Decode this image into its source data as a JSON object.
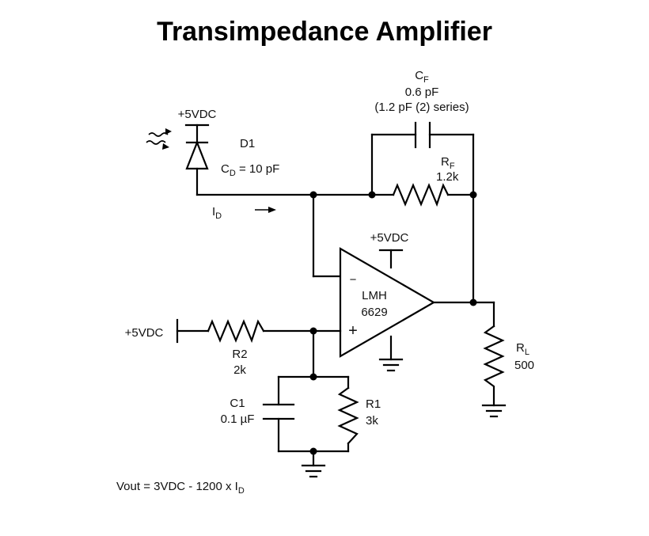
{
  "title": "Transimpedance Amplifier",
  "supply": "+5VDC",
  "cf": {
    "name": "C",
    "sub": "F",
    "value": "0.6 pF",
    "note": "(1.2 pF (2) series)"
  },
  "rf": {
    "name": "R",
    "sub": "F",
    "value": "1.2k"
  },
  "d1": {
    "name": "D1",
    "cap_name": "C",
    "cap_sub": "D",
    "cap_value": " = 10 pF"
  },
  "id": {
    "name": "I",
    "sub": "D"
  },
  "opamp": {
    "line1": "LMH",
    "line2": "6629",
    "minus": "−",
    "plus": "+"
  },
  "r2": {
    "name": "R2",
    "value": "2k"
  },
  "c1": {
    "name": "C1",
    "value": "0.1 µF"
  },
  "r1": {
    "name": "R1",
    "value": "3k"
  },
  "rl": {
    "name": "R",
    "sub": "L",
    "value": "500"
  },
  "formula": {
    "main": "Vout = 3VDC - 1200 x I",
    "sub": "D"
  }
}
